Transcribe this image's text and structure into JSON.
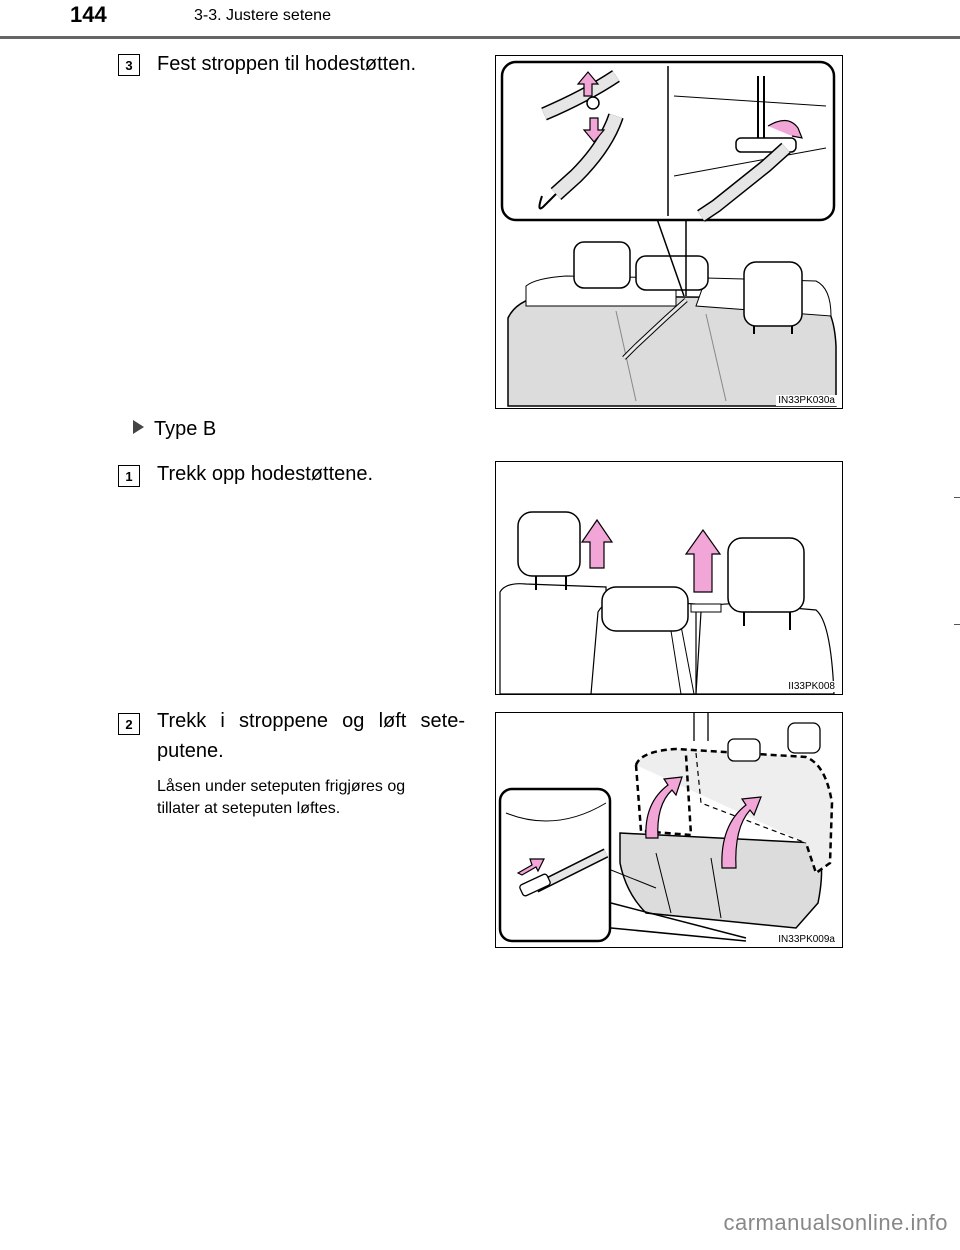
{
  "header": {
    "page_number": "144",
    "section": "3-3. Justere setene"
  },
  "steps": {
    "step3": {
      "badge": "3",
      "text": "Fest stroppen til hodestøtten."
    },
    "type_b": "Type B",
    "step1": {
      "badge": "1",
      "text": "Trekk opp hodestøttene."
    },
    "step2": {
      "badge": "2",
      "text_line1": "Trekk i stroppene og løft sete-",
      "text_line2": "putene.",
      "note_line1": "Låsen under seteputen frigjøres og",
      "note_line2": "tillater at seteputen løftes."
    }
  },
  "figures": {
    "fig1_code": "IN33PK030a",
    "fig2_code": "II33PK008",
    "fig3_code": "IN33PK009a"
  },
  "colors": {
    "arrow_pink": "#f2a6d8",
    "seat_gray": "#dcdcdc",
    "rule": "#666666"
  },
  "footer": {
    "watermark": "carmanualsonline.info"
  }
}
